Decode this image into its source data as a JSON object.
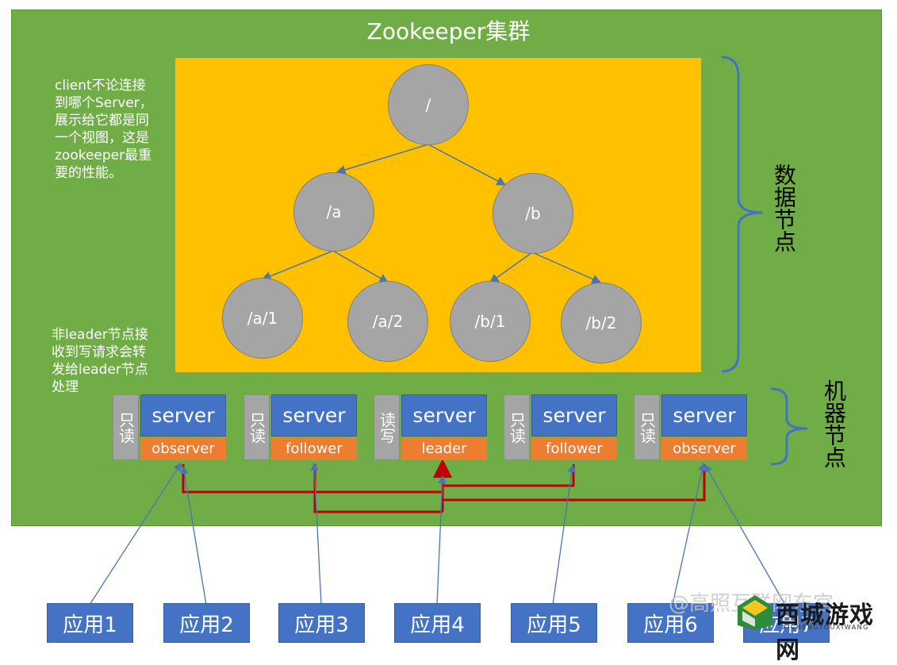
{
  "cluster": {
    "title": "Zookeeper集群"
  },
  "notes": {
    "client": "client不论连接\n到哪个Server，\n展示给它都是同\n一个视图，这是\nzookeeper最重\n要的性能。",
    "leader": "非leader节点接\n收到写请求会转\n发给leader节点\n处理"
  },
  "znodes": [
    "/",
    "/a",
    "/b",
    "/a/1",
    "/a/2",
    "/b/1",
    "/b/2"
  ],
  "servers": [
    {
      "mode": "只读",
      "name": "server",
      "role": "observer"
    },
    {
      "mode": "只读",
      "name": "server",
      "role": "follower"
    },
    {
      "mode": "读写",
      "name": "server",
      "role": "leader"
    },
    {
      "mode": "只读",
      "name": "server",
      "role": "follower"
    },
    {
      "mode": "只读",
      "name": "server",
      "role": "observer"
    }
  ],
  "apps": [
    "应用1",
    "应用2",
    "应用3",
    "应用4",
    "应用5",
    "应用6",
    "应用7"
  ],
  "labels": {
    "data_nodes": "数据节点",
    "machine_nodes": "机器节点"
  },
  "watermark": {
    "text": "@高照互联网东宫",
    "logo_text": "西城游戏网",
    "logo_sub": "XICHENGYOUXIWANG"
  },
  "colors": {
    "cluster_bg": "#70AD47",
    "data_panel": "#FFC000",
    "znode": "#A5A5A5",
    "server": "#4472C4",
    "role": "#ED7D31",
    "forward_line": "#C00000",
    "bracket": "#4472C4"
  }
}
